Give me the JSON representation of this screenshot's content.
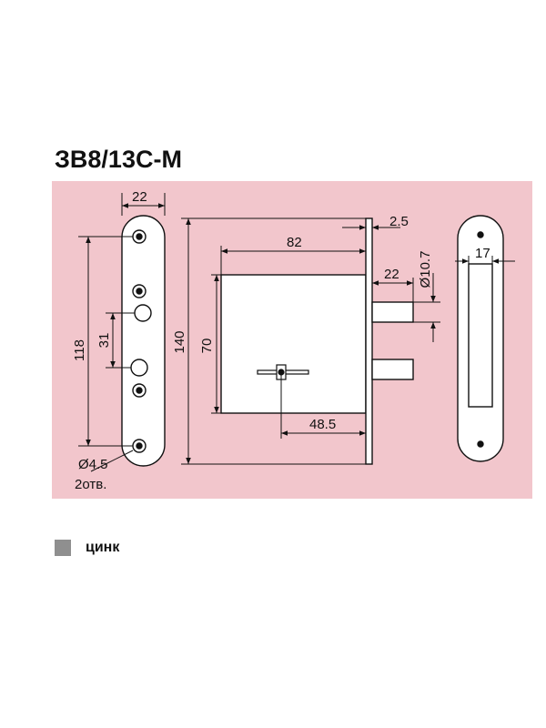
{
  "title": "ЗВ8/13С-М",
  "colors": {
    "background": "#f2c6cc",
    "zinc_swatch": "#8f8f8f",
    "line": "#111111"
  },
  "dimensions": {
    "faceplate_width": "22",
    "faceplate_height": "118",
    "hole_spacing": "31",
    "hole_diameter": "Ø4.5",
    "hole_count": "2отв.",
    "body_height": "140",
    "case_height": "70",
    "case_depth": "82",
    "plate_thickness": "2.5",
    "bolt_length": "22",
    "bolt_diameter": "Ø10.7",
    "backset": "48.5",
    "strike_width": "17"
  },
  "legend": {
    "label": "цинк"
  }
}
